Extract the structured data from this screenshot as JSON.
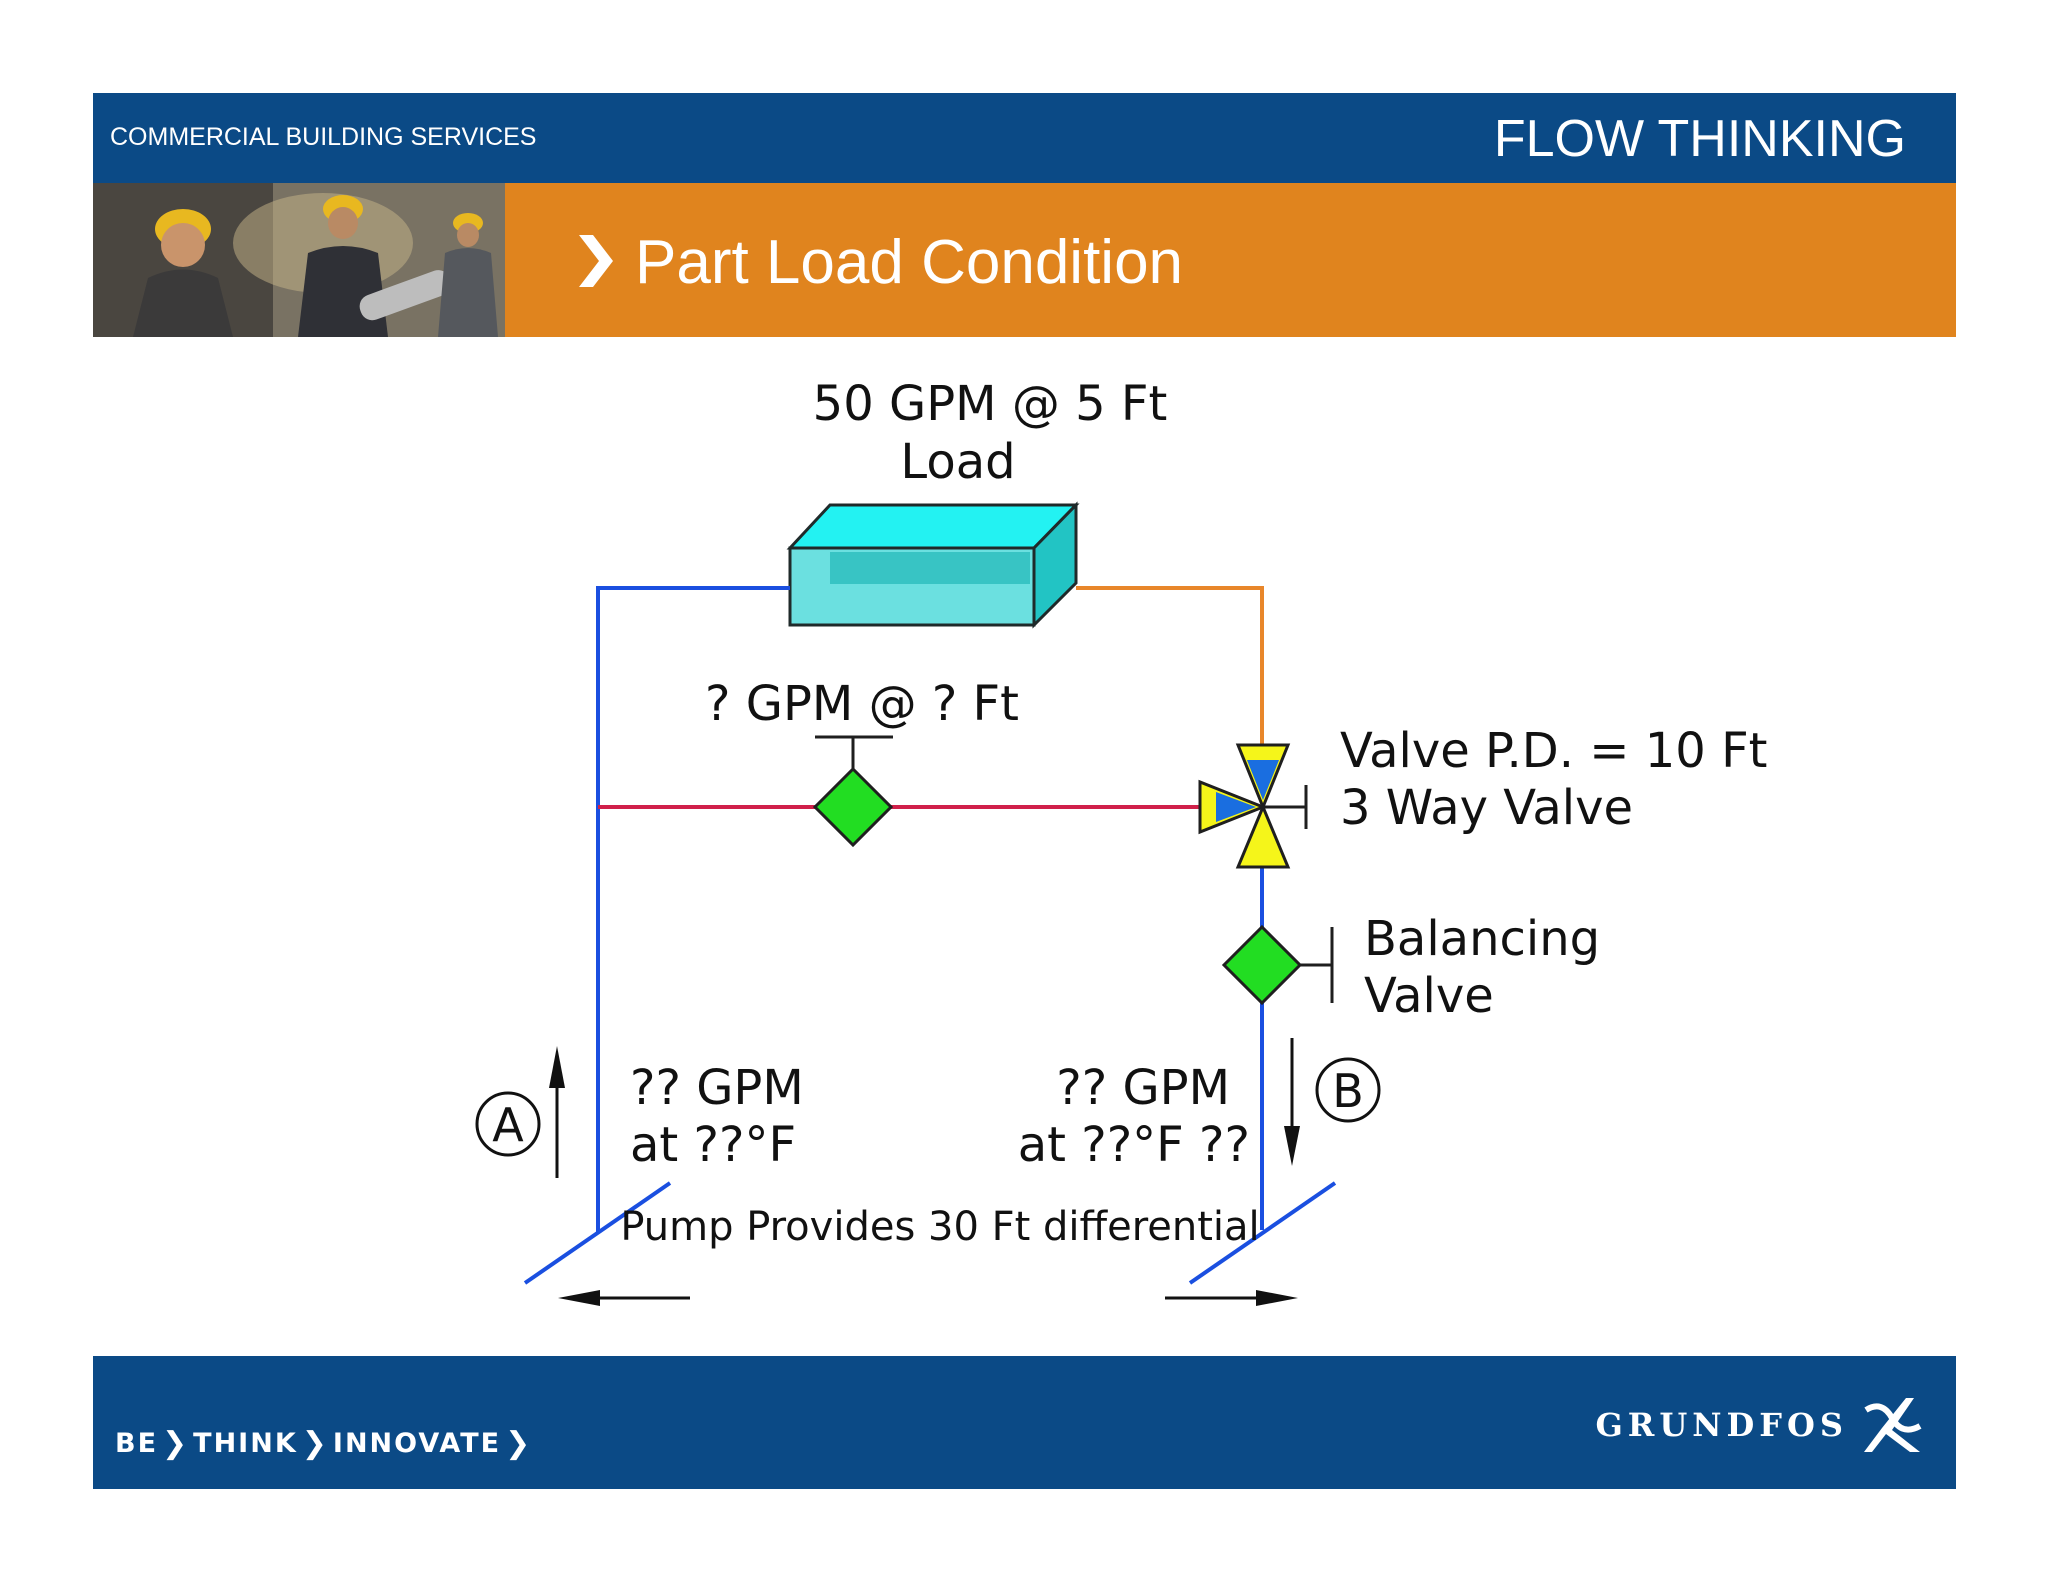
{
  "header": {
    "section": "COMMERCIAL BUILDING SERVICES",
    "series": "FLOW THINKING",
    "title": "Part Load Condition"
  },
  "diagram": {
    "load_line1": "50 GPM @ 5 Ft",
    "load_line2": "Load",
    "bypass_label": "? GPM @ ? Ft",
    "valve_line1": "Valve P.D. = 10 Ft",
    "valve_line2": "3 Way Valve",
    "balancing_line1": "Balancing",
    "balancing_line2": "Valve",
    "supply_marker": "A",
    "supply_line1": "?? GPM",
    "supply_line2": "at ??°F",
    "return_marker": "B",
    "return_line1": "?? GPM",
    "return_line2": "at ??°F ??",
    "pump_label": "Pump Provides 30 Ft differential",
    "colors": {
      "supply_pipe": "#1a4fe0",
      "return_pipe": "#e8862a",
      "bypass_pipe": "#d0204a",
      "coil": "#23e6e6",
      "valve_green": "#22dd22",
      "valve_yellow": "#f5f51a",
      "valve_blue": "#1a6ee0"
    }
  },
  "footer": {
    "slogan": [
      "BE",
      "THINK",
      "INNOVATE"
    ],
    "brand": "GRUNDFOS"
  },
  "colors": {
    "header_blue": "#0b4a86",
    "title_orange": "#e0841e"
  }
}
